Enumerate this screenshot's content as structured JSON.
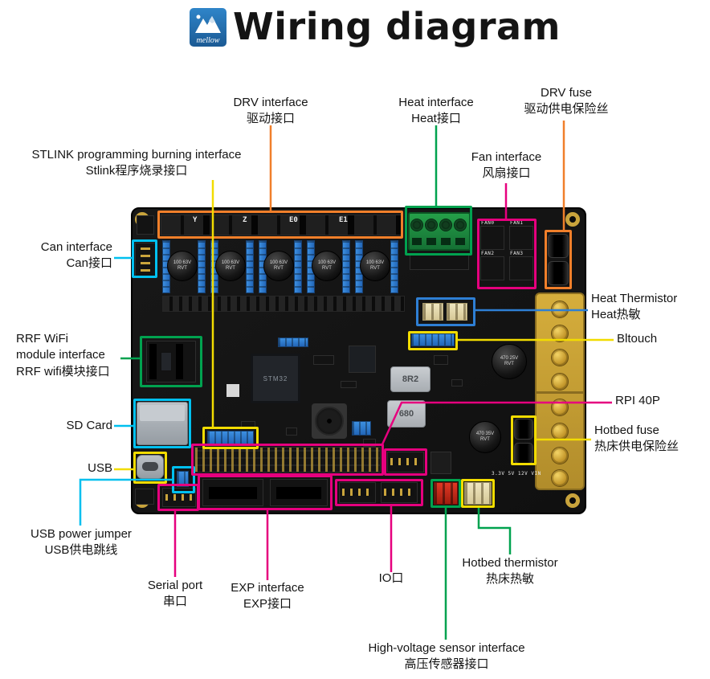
{
  "header": {
    "title": "Wiring diagram",
    "logo_brand": "mellow"
  },
  "annotations": {
    "drv_interface": {
      "en": "DRV interface",
      "zh": "驱动接口"
    },
    "heat_interface": {
      "en": "Heat interface",
      "zh": "Heat接口"
    },
    "drv_fuse": {
      "en": "DRV fuse",
      "zh": "驱动供电保险丝"
    },
    "fan_interface": {
      "en": "Fan interface",
      "zh": "风扇接口"
    },
    "stlink": {
      "en": "STLINK programming burning interface",
      "zh": "Stlink程序烧录接口"
    },
    "can_interface": {
      "en": "Can interface",
      "zh": "Can接口"
    },
    "rrf_wifi": {
      "line1": "RRF WiFi",
      "line2": "module interface",
      "zh": "RRF wifi模块接口"
    },
    "sd_card": {
      "en": "SD Card"
    },
    "usb": {
      "en": "USB"
    },
    "usb_power_jumper": {
      "en": "USB power jumper",
      "zh": "USB供电跳线"
    },
    "serial_port": {
      "en": "Serial port",
      "zh": "串口"
    },
    "exp_interface": {
      "en": "EXP interface",
      "zh": "EXP接口"
    },
    "io_port": {
      "zh": "IO口"
    },
    "hotbed_thermistor": {
      "en": "Hotbed thermistor",
      "zh": "热床热敏"
    },
    "high_voltage": {
      "en": "High-voltage sensor interface",
      "zh": "高压传感器接口"
    },
    "heat_thermistor": {
      "en": "Heat Thermistor",
      "zh": "Heat热敏"
    },
    "bltouch": {
      "en": "Bltouch"
    },
    "rpi_40p": {
      "en": "RPI 40P"
    },
    "hotbed_fuse": {
      "en": "Hotbed fuse",
      "zh": "热床供电保险丝"
    }
  },
  "board": {
    "driver_labels": [
      "Y",
      "Z",
      "E0",
      "E1"
    ],
    "fan_labels": [
      "FAN0",
      "FAN1",
      "FAN2",
      "FAN3"
    ],
    "capacitor_large": "100 63V RVT",
    "cap_470_25": "470 25V RVT",
    "cap_470_35": "470 35V RVT",
    "inductor_1": "8R2",
    "inductor_2": "680",
    "mcu": "STM32",
    "power_silkscreen": "3.3V 5V 12V VIN"
  },
  "colors": {
    "orange": "#f07f2a",
    "green": "#00a24f",
    "magenta": "#e6007e",
    "yellow": "#f2dc00",
    "cyan": "#00c0ef",
    "blue": "#2e7fd4",
    "logo_blue": "#2576b4"
  }
}
